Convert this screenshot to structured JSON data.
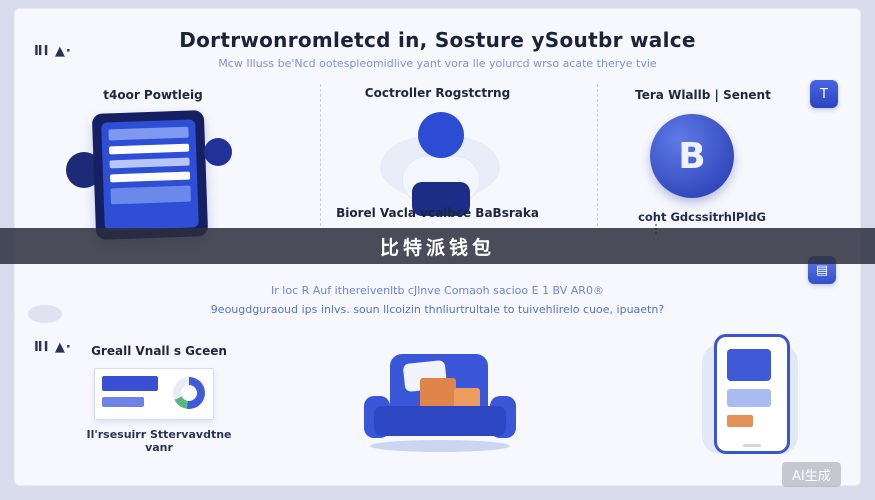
{
  "header": {
    "title": "Dortrwonromletcd in, Sosture ySoutbr walce",
    "subtitle": "Mcw Illuss be'Ncd ootespleomidlive yant vora lle yolurcd wrso acate therye tvie"
  },
  "logos": {
    "top": "ⅡⅠ ▲·",
    "bottom": "ⅡⅠ ▲·"
  },
  "icons": {
    "tile_top": "T",
    "tile_mid": "▤"
  },
  "top": {
    "col1": {
      "header": "t4oor Powtleig"
    },
    "col2": {
      "header": "Coctroller Rogstctrng",
      "caption": "Biorel Vacla vcalbce BaBsraka"
    },
    "col3": {
      "header": "Tera Wlallb | Senent",
      "caption": "coht GdcssitrhlPldG",
      "letter": "B"
    }
  },
  "banner": {
    "text": "比特派钱包"
  },
  "notes": {
    "line1": "Ir loc R Auf ithereivenltb cJlnve Comaoh sacioo E 1 BV AR0®",
    "line2": "9eougdguraoud ips inlvs. soun llcoizin thnliurtrultale to tuivehlirelo cuoe, ipuaetn?"
  },
  "bottom": {
    "col1": {
      "header": "Greall Vnall s Gceen",
      "caption": "Il'rsesuirr Sttervavdtne vanr"
    }
  },
  "watermark": "AI生成",
  "colors": {
    "accent": "#3a57da",
    "navy": "#152063",
    "orange": "#e2874e",
    "banner_bg": "rgba(44,46,60,0.85)",
    "background": "#d8dcec",
    "card": "#f7f8fd"
  }
}
